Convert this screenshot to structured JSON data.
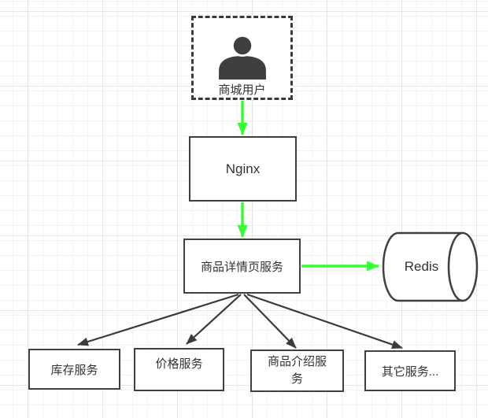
{
  "diagram": {
    "title": "product-detail-page-architecture",
    "nodes": {
      "user": {
        "label": "商城用户",
        "shape": "dashed-box",
        "icon": "person-icon"
      },
      "nginx": {
        "label": "Nginx",
        "shape": "box"
      },
      "detail_service": {
        "label": "商品详情页服务",
        "shape": "box"
      },
      "redis": {
        "label": "Redis",
        "shape": "cylinder"
      },
      "inventory_service": {
        "label": "库存服务",
        "shape": "box"
      },
      "price_service": {
        "label": "价格服务",
        "shape": "box"
      },
      "intro_service": {
        "label": "商品介绍服务",
        "shape": "box"
      },
      "other_services": {
        "label": "其它服务...",
        "shape": "box"
      }
    },
    "edges": [
      {
        "from": "user",
        "to": "nginx",
        "arrow": "green"
      },
      {
        "from": "nginx",
        "to": "detail_service",
        "arrow": "green"
      },
      {
        "from": "detail_service",
        "to": "redis",
        "arrow": "green"
      },
      {
        "from": "detail_service",
        "to": "inventory_service",
        "arrow": "black"
      },
      {
        "from": "detail_service",
        "to": "price_service",
        "arrow": "black"
      },
      {
        "from": "detail_service",
        "to": "intro_service",
        "arrow": "black"
      },
      {
        "from": "detail_service",
        "to": "other_services",
        "arrow": "black"
      }
    ],
    "colors": {
      "green_arrow": "#33ff33",
      "black_arrow": "#3b3b3b",
      "node_border": "#404040",
      "icon_fill": "#3f3f3f",
      "grid_minor": "#f3f3f3",
      "grid_major": "#e6e6e6"
    }
  }
}
